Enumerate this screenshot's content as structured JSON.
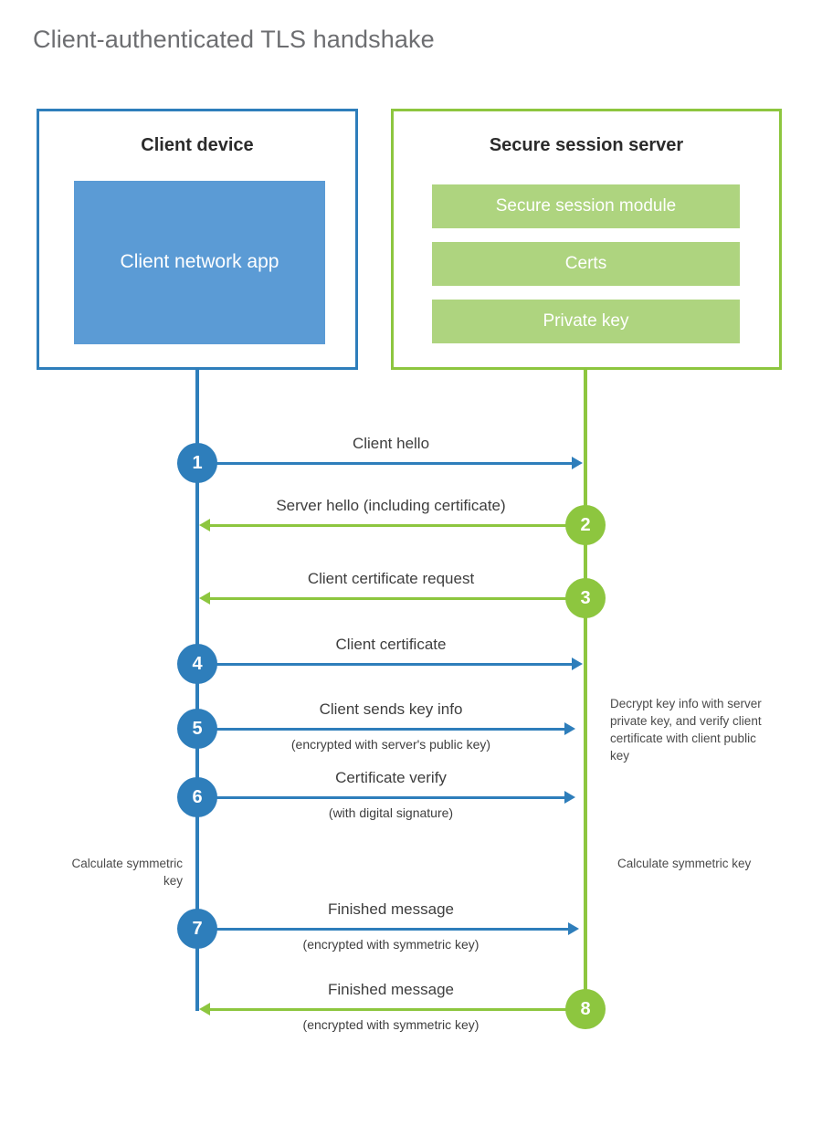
{
  "title": "Client-authenticated TLS handshake",
  "colors": {
    "blue_dark": "#2e7ebb",
    "blue_light": "#5b9bd5",
    "green_dark": "#8dc63f",
    "green_light": "#aed47f",
    "title_gray": "#6d6e71",
    "text_dark": "#3e3e3e",
    "background": "#ffffff"
  },
  "actors": {
    "client": {
      "title": "Client device",
      "blocks": [
        {
          "label": "Client network app"
        }
      ]
    },
    "server": {
      "title": "Secure session server",
      "blocks": [
        {
          "label": "Secure session module"
        },
        {
          "label": "Certs"
        },
        {
          "label": "Private key"
        }
      ]
    }
  },
  "steps": [
    {
      "number": "1",
      "label": "Client hello",
      "sublabel": "",
      "direction": "client-to-server",
      "color": "blue"
    },
    {
      "number": "2",
      "label": "Server hello (including certificate)",
      "sublabel": "",
      "direction": "server-to-client",
      "color": "green"
    },
    {
      "number": "3",
      "label": "Client certificate request",
      "sublabel": "",
      "direction": "server-to-client",
      "color": "green"
    },
    {
      "number": "4",
      "label": "Client certificate",
      "sublabel": "",
      "direction": "client-to-server",
      "color": "blue"
    },
    {
      "number": "5",
      "label": "Client sends key info",
      "sublabel": "(encrypted with server's public key)",
      "direction": "client-to-server",
      "color": "blue"
    },
    {
      "number": "6",
      "label": "Certificate verify",
      "sublabel": "(with digital signature)",
      "direction": "client-to-server",
      "color": "blue"
    },
    {
      "number": "7",
      "label": "Finished message",
      "sublabel": "(encrypted with symmetric key)",
      "direction": "client-to-server",
      "color": "blue"
    },
    {
      "number": "8",
      "label": "Finished message",
      "sublabel": "(encrypted with symmetric key)",
      "direction": "server-to-client",
      "color": "green"
    }
  ],
  "notes": {
    "server_decrypt": "Decrypt key info with server private key, and verify client certificate with client public key",
    "client_symmetric_key": "Calculate symmetric key",
    "server_symmetric_key": "Calculate symmetric key"
  }
}
